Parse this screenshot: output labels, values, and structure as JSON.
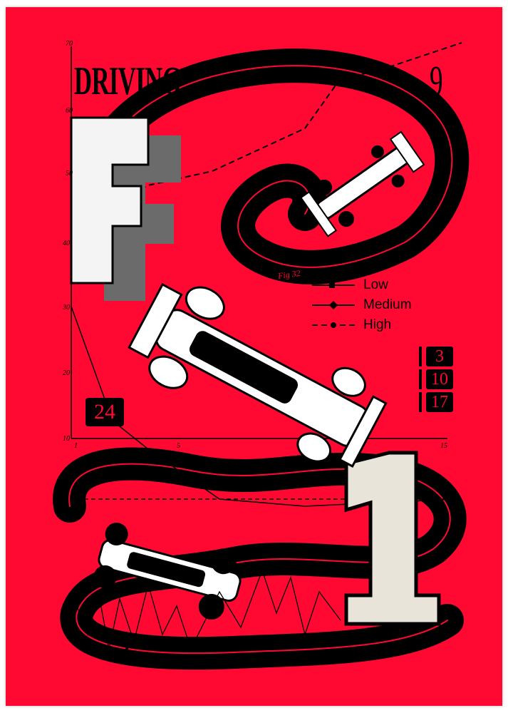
{
  "poster": {
    "title": "DRIVING",
    "top_right_number": "9",
    "big_letter": "F",
    "big_numeral": "1",
    "bottom_number": "2",
    "figure_label": "Fig 32",
    "box_number": "24",
    "legend": [
      {
        "label": "Low",
        "style": "solid"
      },
      {
        "label": "Medium",
        "style": "solid-diamond"
      },
      {
        "label": "High",
        "style": "dashed"
      }
    ],
    "badges": [
      "3",
      "10",
      "17"
    ],
    "y_axis_ticks": [
      "70",
      "60",
      "50",
      "40",
      "30",
      "20",
      "10"
    ],
    "x_axis_ticks": [
      "1",
      "5",
      "15"
    ],
    "colors": {
      "background": "#ff0832",
      "ink": "#000000",
      "paper": "#ffffff"
    }
  }
}
